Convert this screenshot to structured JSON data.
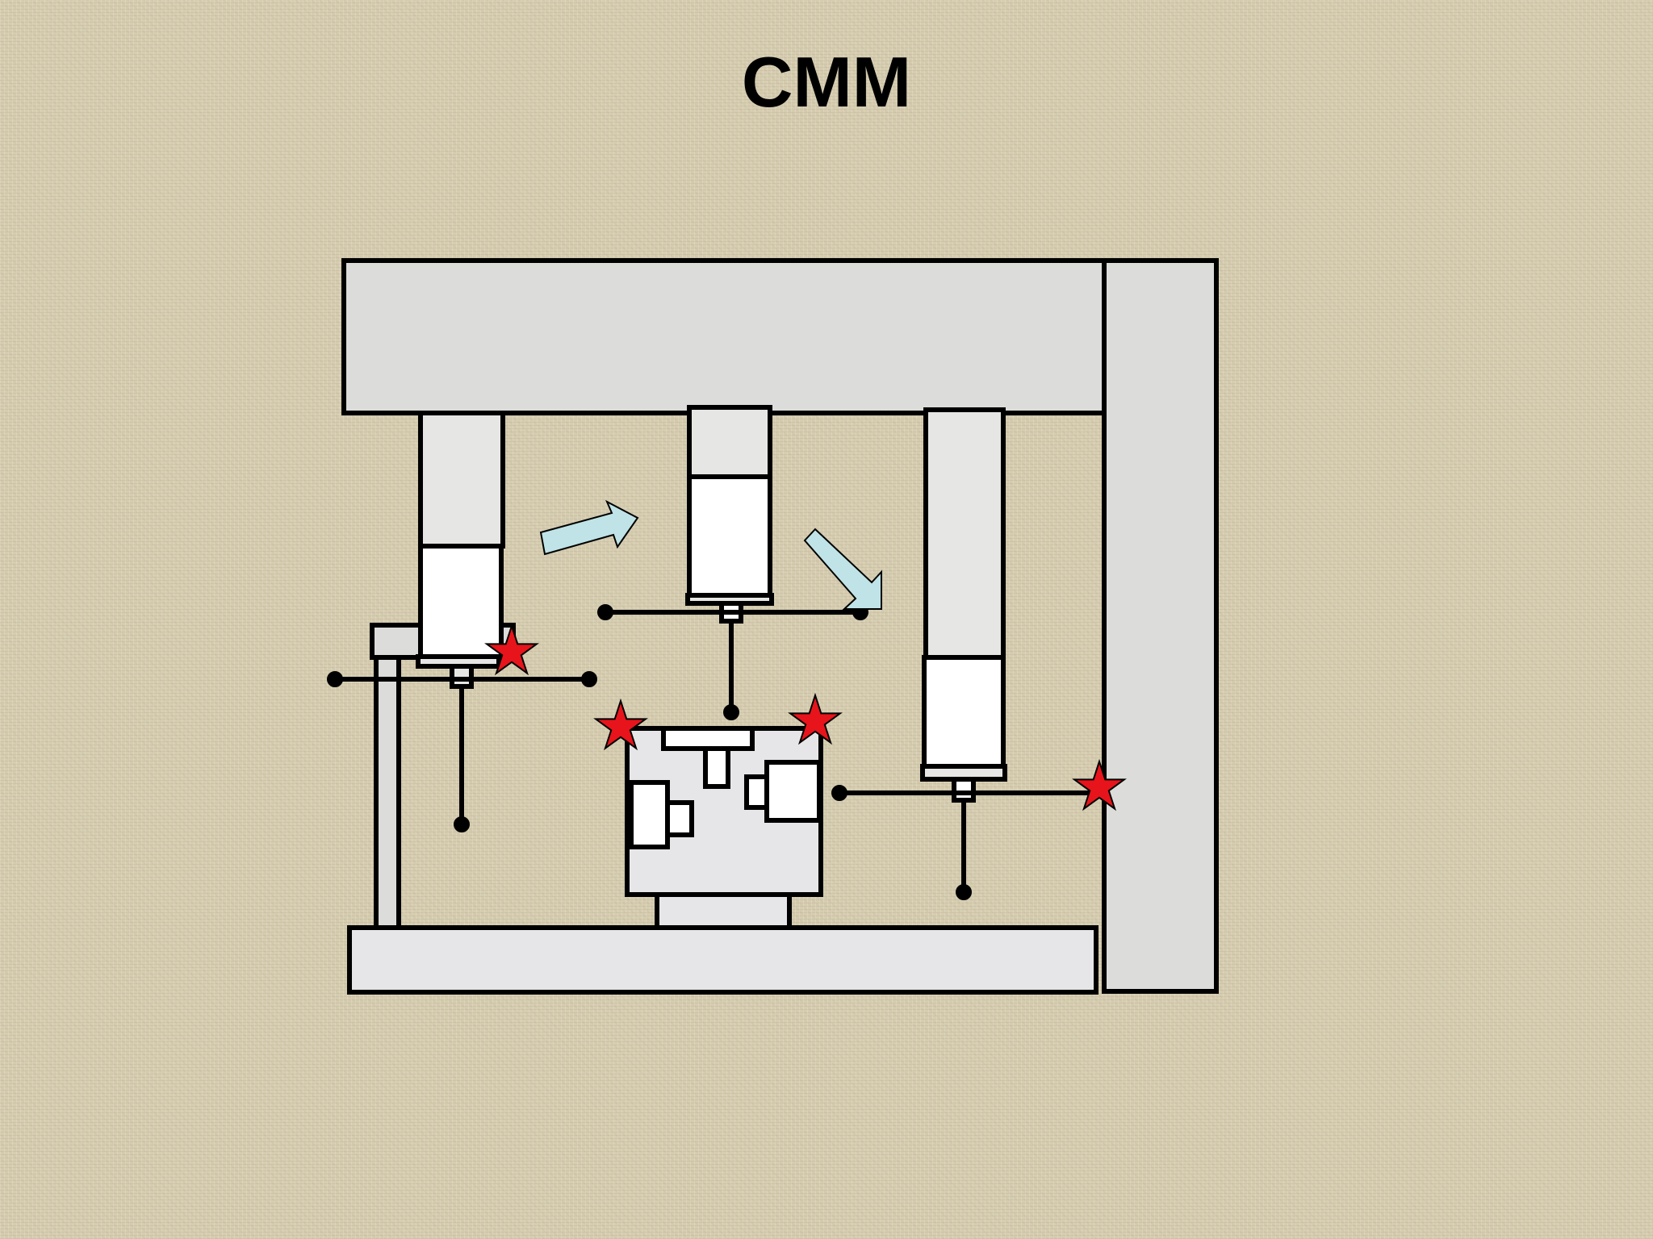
{
  "slide": {
    "title": "CMM"
  },
  "colors": {
    "frame_fill": "#dcdcda",
    "frame_stroke": "#000000",
    "probe_head_fill": "#e6e6e4",
    "probe_body_fill": "#ffffff",
    "workpiece_fill": "#e6e6e8",
    "motion_arrow_fill": "#bfe3e6",
    "collision_star_fill": "#e8141b"
  },
  "icons": {
    "collision_marker": "red-star",
    "motion_indicator": "light-blue-arrow"
  }
}
